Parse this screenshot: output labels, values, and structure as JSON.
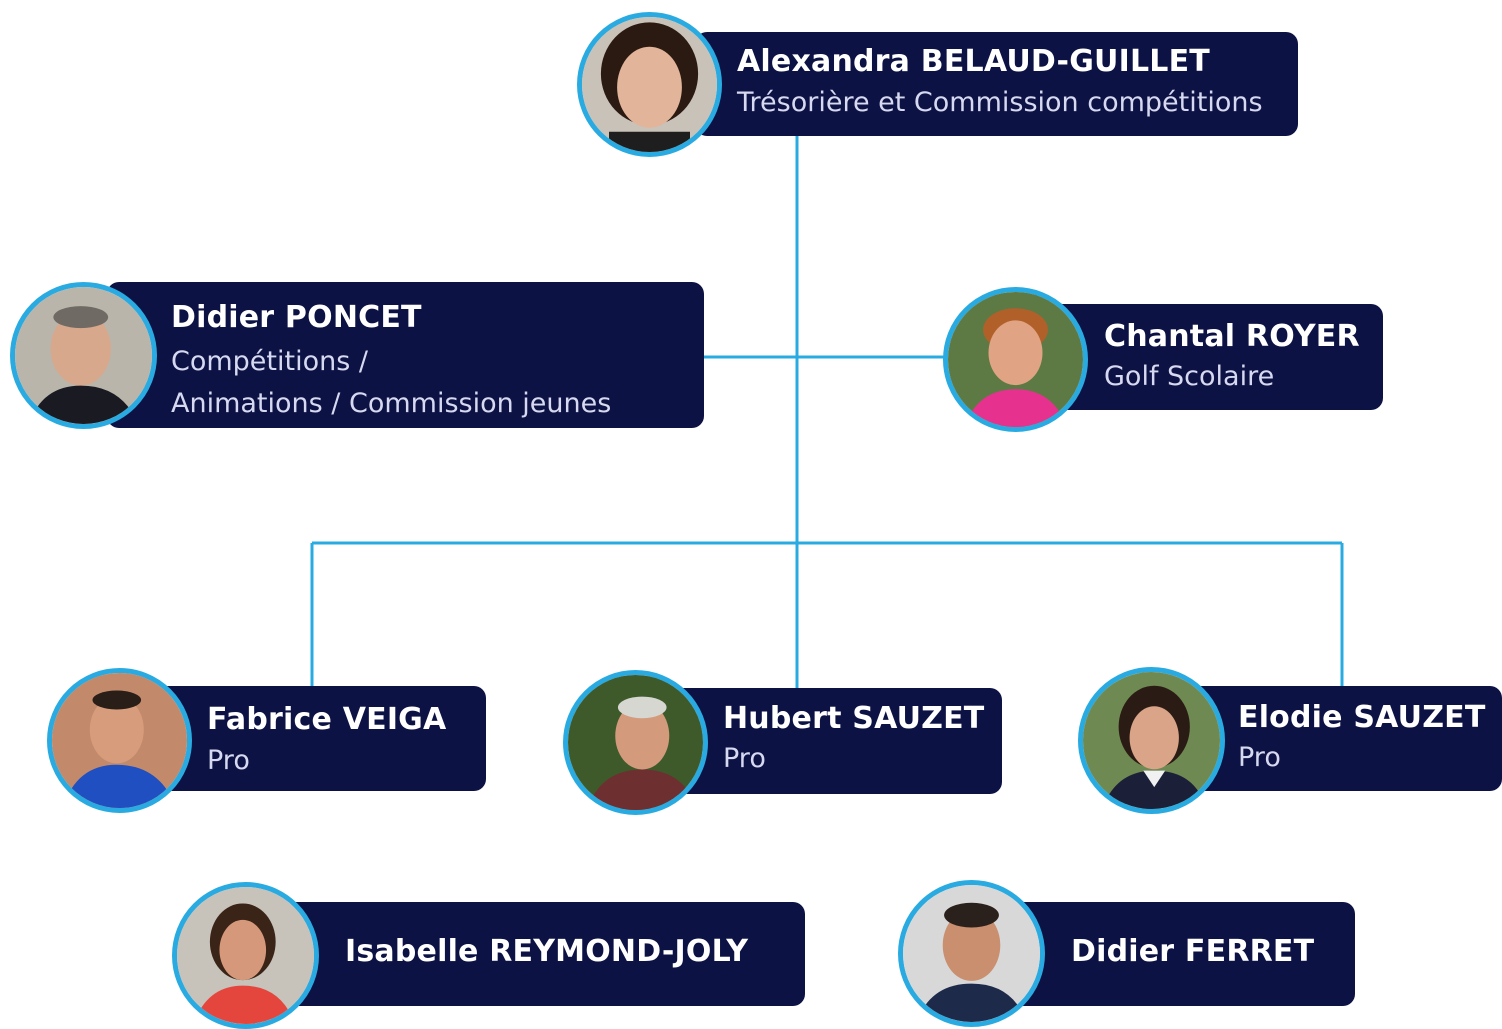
{
  "colors": {
    "card": "#0d1245",
    "accent": "#29abe2",
    "text": "#ffffff"
  },
  "people": {
    "alexandra": {
      "name": "Alexandra BELAUD-GUILLET",
      "role": "Trésorière et Commission compétitions",
      "photo": "woman-dark-hair-photo"
    },
    "poncet": {
      "name": "Didier PONCET",
      "role_line1": "Compétitions /",
      "role_line2": "Animations / Commission jeunes",
      "photo": "man-dark-jacket-photo"
    },
    "royer": {
      "name": "Chantal ROYER",
      "role": "Golf Scolaire",
      "photo": "woman-pink-shirt-photo"
    },
    "veiga": {
      "name": "Fabrice VEIGA",
      "role": "Pro",
      "photo": "man-blue-jacket-photo"
    },
    "hubert": {
      "name": "Hubert SAUZET",
      "role": "Pro",
      "photo": "man-grey-hair-photo"
    },
    "elodie": {
      "name": "Elodie SAUZET",
      "role": "Pro",
      "photo": "woman-dark-polo-photo"
    },
    "isabelle": {
      "name": "Isabelle REYMOND-JOLY",
      "photo": "woman-red-shirt-photo"
    },
    "ferret": {
      "name": "Didier FERRET",
      "photo": "man-navy-shirt-photo"
    }
  }
}
